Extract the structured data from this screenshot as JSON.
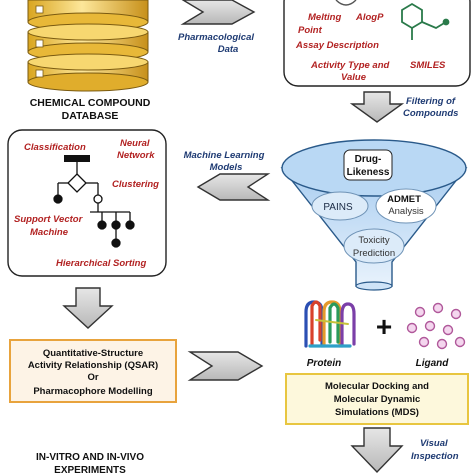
{
  "database": {
    "label_line1": "CHEMICAL COMPOUND",
    "label_line2": "DATABASE"
  },
  "pharmacological_data": {
    "line1": "Pharmacological",
    "line2": "Data"
  },
  "properties": {
    "melting_point_line1": "Melting",
    "melting_point_line2": "Point",
    "alogp": "AlogP",
    "assay": "Assay Description",
    "activity_line1": "Activity Type and",
    "activity_line2": "Value",
    "smiles": "SMILES"
  },
  "filtering": {
    "line1": "Filtering of",
    "line2": "Compounds"
  },
  "ml_box": {
    "classification": "Classification",
    "neural_line1": "Neural",
    "neural_line2": "Network",
    "clustering": "Clustering",
    "svm_line1": "Support Vector",
    "svm_line2": "Machine",
    "hierarchical": "Hierarchical Sorting"
  },
  "ml_arrow": {
    "line1": "Machine Learning",
    "line2": "Models"
  },
  "funnel": {
    "drug_line1": "Drug-",
    "drug_line2": "Likeness",
    "pains": "PAINS",
    "admet_line1": "ADMET",
    "admet_line2": "Analysis",
    "tox_line1": "Toxicity",
    "tox_line2": "Prediction"
  },
  "qsar": {
    "line1": "Quantitative-Structure",
    "line2": "Activity Relationship (QSAR)",
    "line3": "Or",
    "line4": "Pharmacophore Modelling"
  },
  "protein_ligand": {
    "protein": "Protein",
    "plus": "+",
    "ligand": "Ligand"
  },
  "docking": {
    "line1": "Molecular Docking and",
    "line2": "Molecular Dynamic",
    "line3": "Simulations (MDS)"
  },
  "visual_inspection": {
    "line1": "Visual",
    "line2": "Inspection"
  },
  "experiments": {
    "line1": "IN-VITRO AND IN-VIVO",
    "line2": "EXPERIMENTS"
  },
  "colors": {
    "red_text": "#b22222",
    "blue_text": "#1f3b73",
    "database_gold": "#f2c94c",
    "funnel_blue": "#cfe3f7",
    "qsar_border": "#e8a33d",
    "docking_border": "#e8c640",
    "arrow_gray": "#cfcfcf"
  }
}
